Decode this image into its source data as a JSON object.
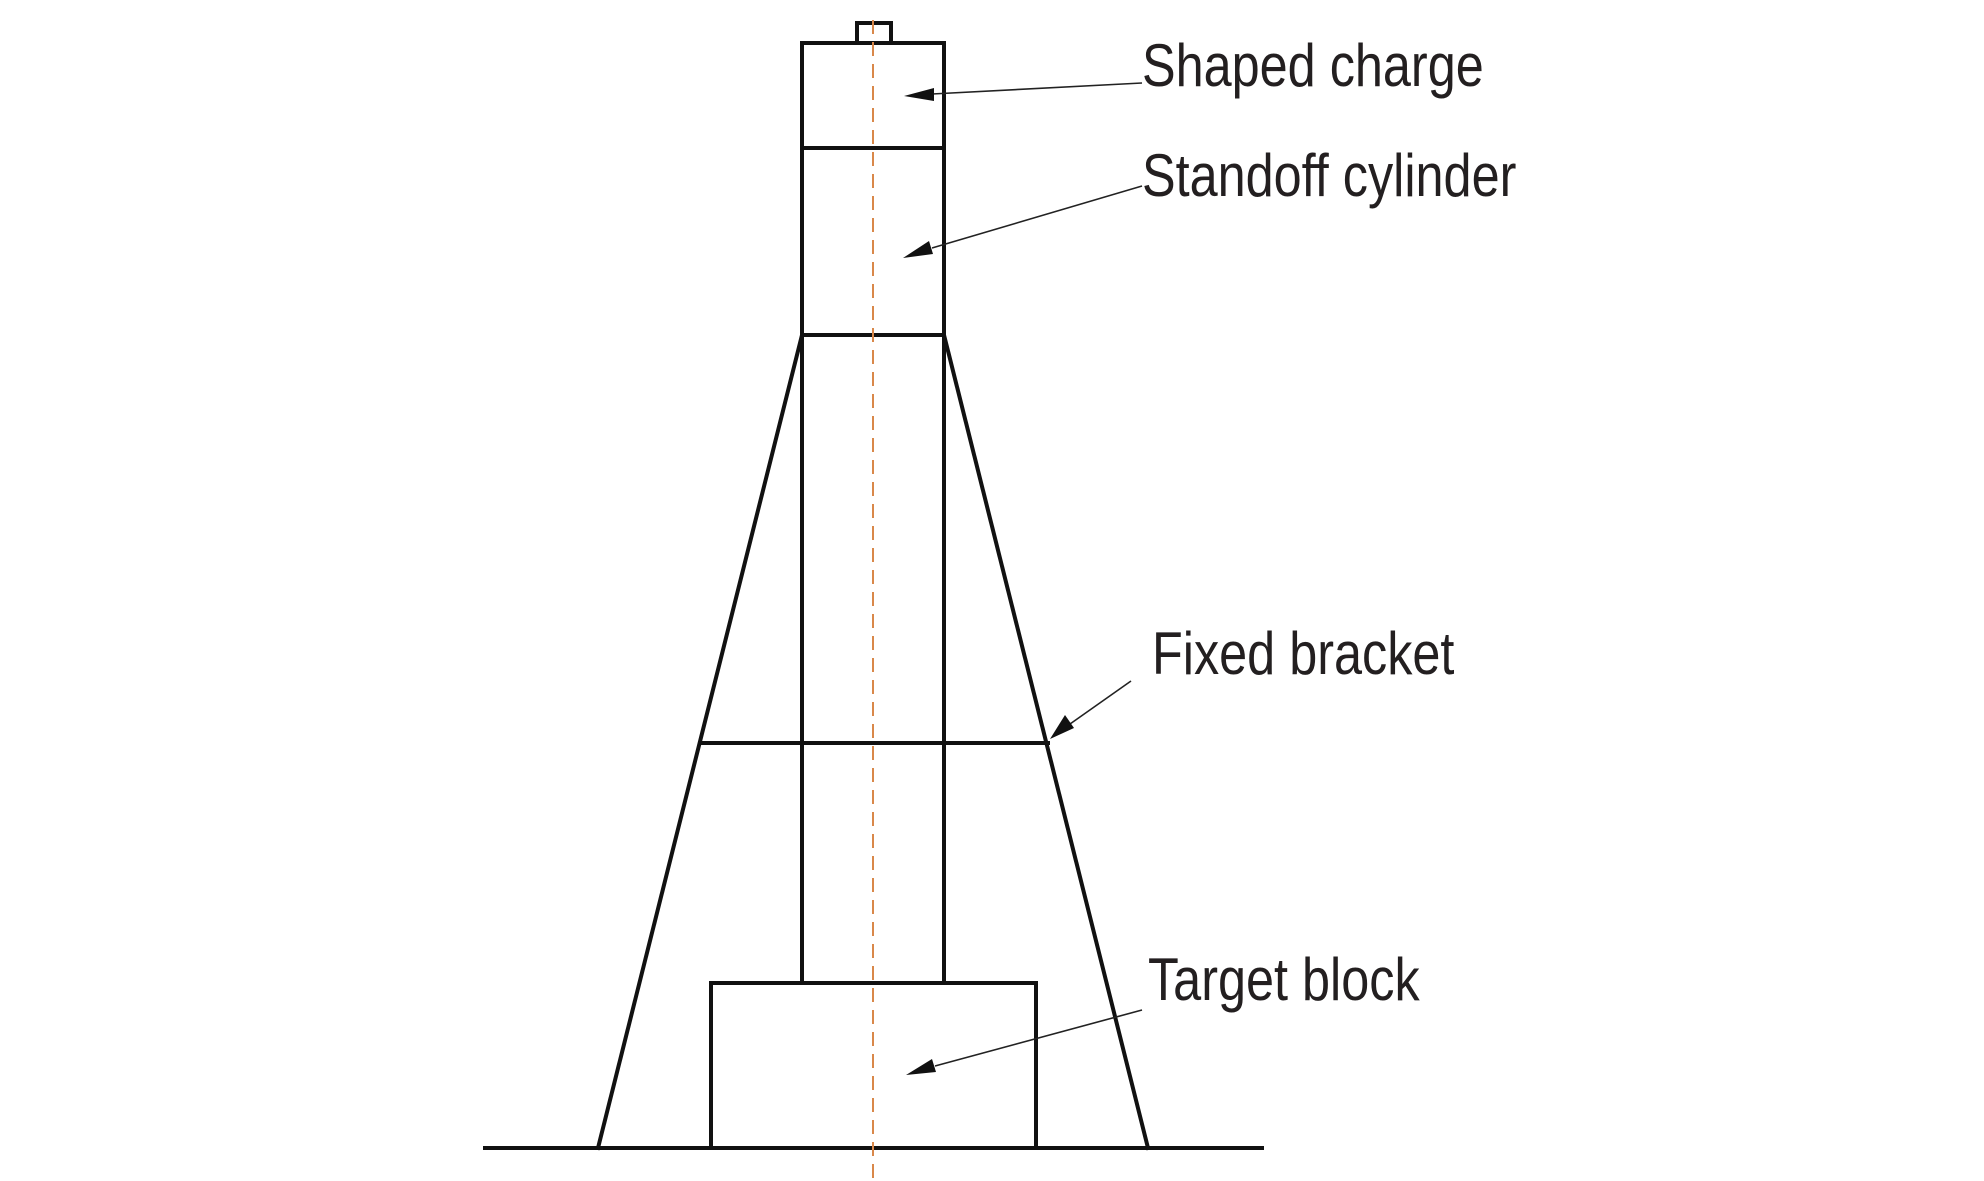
{
  "callouts": [
    {
      "key": "shaped-charge",
      "label": "Shaped charge"
    },
    {
      "key": "standoff-cylinder",
      "label": "Standoff cylinder"
    },
    {
      "key": "fixed-bracket",
      "label": "Fixed bracket"
    },
    {
      "key": "target-block",
      "label": "Target block"
    }
  ],
  "colors": {
    "outline": "#111111",
    "centerline": "#d9884a",
    "text": "#231f20"
  }
}
